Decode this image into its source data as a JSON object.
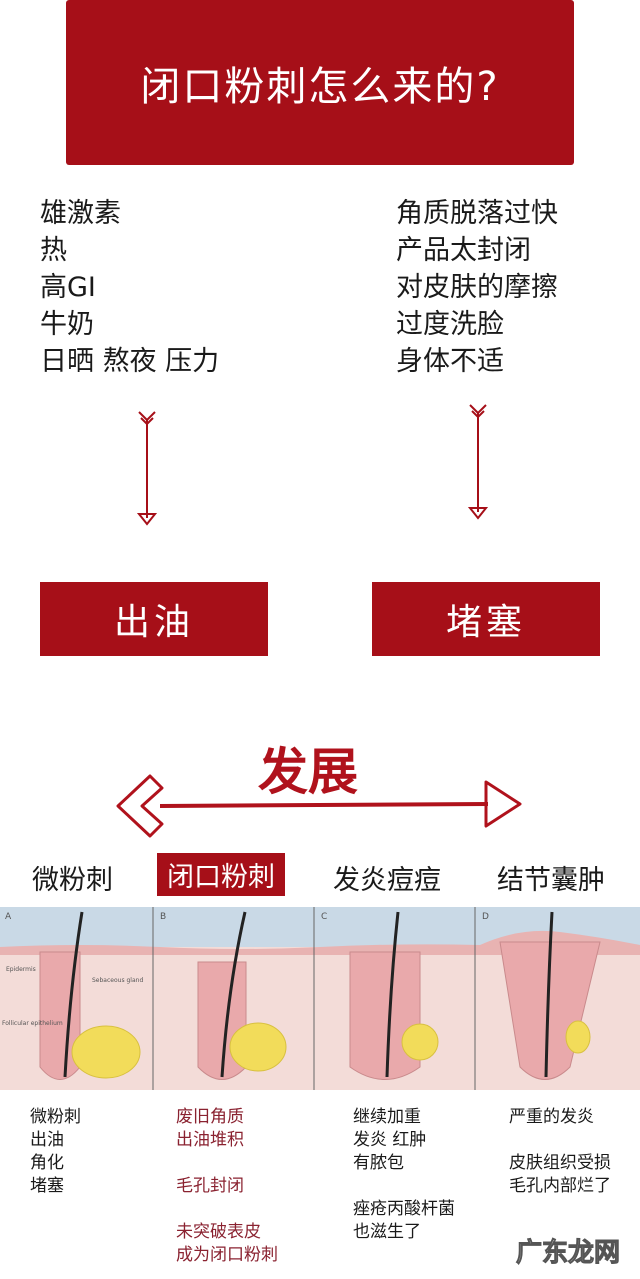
{
  "title": "闭口粉刺怎么来的?",
  "left_causes": [
    "雄激素",
    "热",
    "高GI",
    "牛奶",
    "日晒 熬夜 压力"
  ],
  "right_causes": [
    "角质脱落过快",
    "产品太封闭",
    "对皮肤的摩擦",
    "过度洗脸",
    "身体不适"
  ],
  "results": {
    "left": "出油",
    "right": "堵塞"
  },
  "development_label": "发展",
  "stages": [
    {
      "label": "微粉刺",
      "active": false,
      "panel": "A",
      "desc": [
        "微粉刺",
        "出油",
        "角化",
        "堵塞"
      ]
    },
    {
      "label": "闭口粉刺",
      "active": true,
      "panel": "B",
      "desc": [
        "废旧角质",
        "出油堆积",
        "",
        "毛孔封闭",
        "",
        "未突破表皮",
        "成为闭口粉刺"
      ]
    },
    {
      "label": "发炎痘痘",
      "active": false,
      "panel": "C",
      "desc": [
        "继续加重",
        "发炎 红肿",
        "有脓包",
        "",
        "痤疮丙酸杆菌",
        "也滋生了"
      ]
    },
    {
      "label": "结节囊肿",
      "active": false,
      "panel": "D",
      "desc": [
        "严重的发炎",
        "",
        "皮肤组织受损",
        "毛孔内部烂了"
      ]
    }
  ],
  "illustration_labels": [
    "Epidermis",
    "Sebaceous gland",
    "Follicular epithelium"
  ],
  "watermark": "广东龙网",
  "colors": {
    "accent": "#a60f18",
    "skin": "#f3d9d6",
    "sky": "#c9d9e6",
    "sebum": "#f2dc5a"
  }
}
